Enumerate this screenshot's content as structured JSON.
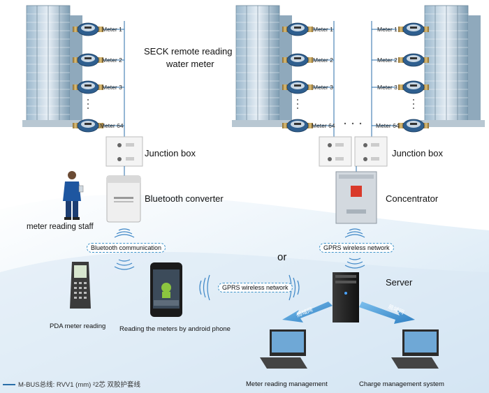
{
  "meter_labels": [
    "Meter 1",
    "Meter 2",
    "Meter 3",
    "Meter 64"
  ],
  "ellipsis": "...",
  "title_line1": "SECK remote reading",
  "title_line2": "water meter",
  "junction_box": "Junction box",
  "bluetooth_converter": "Bluetooth converter",
  "concentrator": "Concentrator",
  "meter_reading_staff": "meter reading staff",
  "bluetooth_communication": "Bluetooth communication",
  "gprs_wireless_network": "GPRS wireless network",
  "or": "or",
  "server": "Server",
  "lan": "局域网",
  "pda_meter_reading": "PDA meter reading",
  "android_reading": "Reading the meters by android phone",
  "meter_reading_management": "Meter reading management",
  "charge_management_system": "Charge management system",
  "legend": "M-BUS总线: RVV1 (mm) ²2芯 双胶护套线",
  "colors": {
    "bus_line": "#2a6ea8",
    "wave_arc": "#3d86c6",
    "lan_arrow": "#4a97d6",
    "background_swoosh": "#cfe4f3"
  }
}
